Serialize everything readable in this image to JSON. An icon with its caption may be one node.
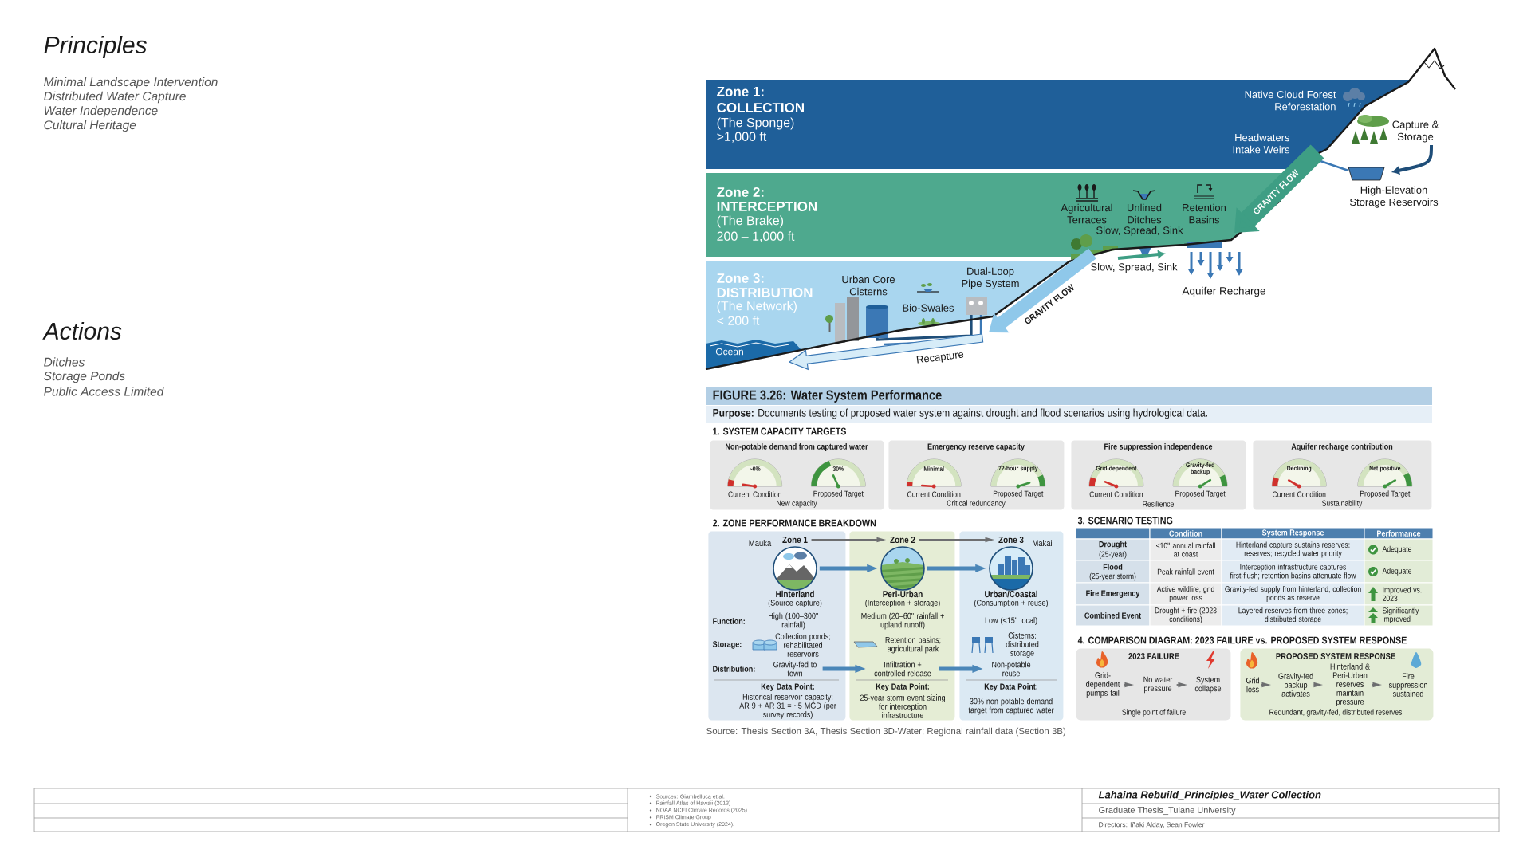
{
  "diagram": {
    "nodes": [
      {
        "text": [
          "Zone 1:",
          "COLLECTION",
          "(The Sponge)",
          ">1,000 ft"
        ]
      },
      {
        "text": [
          "Zone 2:",
          "INTERCEPTION",
          "(The Brake)",
          "200 – 1,000 ft"
        ]
      },
      {
        "text": [
          "Zone 3:",
          "DISTRIBUTION",
          "(The Network)",
          "< 200 ft"
        ]
      },
      {
        "text": [
          "Non-potable demand from captured water",
          "~0%",
          "Current Condition",
          "30%",
          "Proposed Target",
          "New capacity"
        ]
      },
      {
        "text": [
          "Emergency reserve capacity",
          "Minimal",
          "Current Condition",
          "72-hour supply",
          "Proposed Target",
          "Critical redundancy"
        ]
      },
      {
        "text": [
          "Fire suppression independence",
          "Grid-dependent",
          "Current Condition",
          "Gravity-fed backup",
          "Proposed Target",
          "Resilience"
        ]
      },
      {
        "text": [
          "Aquifer recharge contribution",
          "Declining",
          "Current Condition",
          "Net positive",
          "Proposed Target",
          "Sustainability"
        ]
      },
      {
        "text": [
          "Hinterland",
          "(Source capture)",
          "High (100–300\" rainfall)",
          "Collection ponds; rehabilitated reservoirs",
          "Key Data Point:",
          "Historical reservoir capacity: AR 9 + AR 31 = ~5 MGD (per survey records)"
        ]
      },
      {
        "text": [
          "Zone 1"
        ],
        "in": 7
      },
      {
        "text": [],
        "shape": "picture",
        "in": 7
      },
      {
        "text": [
          "Gravity-fed to town"
        ],
        "in": 7
      },
      {
        "text": [
          "Peri-Urban",
          "(Interception + storage)",
          "Medium (20–60\" rainfall + upland runoff)",
          "Retention basins; agricultural park",
          "Key Data Point:",
          "25-year storm event sizing for interception infrastructure"
        ]
      },
      {
        "text": [
          "Zone 2"
        ],
        "in": 11
      },
      {
        "text": [],
        "shape": "picture",
        "in": 11
      },
      {
        "text": [
          "Infiltration + controlled release"
        ],
        "in": 11
      },
      {
        "text": [
          "Urban/Coastal",
          "(Consumption + reuse)",
          "Low (<15\" local)",
          "Cisterns; distributed storage",
          "Key Data Point:",
          "30% non-potable demand target from captured water"
        ]
      },
      {
        "text": [
          "Zone 3"
        ],
        "in": 15
      },
      {
        "text": [],
        "shape": "picture",
        "in": 15
      },
      {
        "text": [
          "Non-potable reuse"
        ],
        "in": 15
      },
      {
        "text": [
          "2023 FAILURE",
          "Single point of failure"
        ]
      },
      {
        "text": [
          "Grid-dependent pumps fail"
        ],
        "in": 19
      },
      {
        "text": [
          "No water pressure"
        ],
        "in": 19
      },
      {
        "text": [
          "System collapse"
        ],
        "in": 19
      },
      {
        "text": [
          "PROPOSED SYSTEM RESPONSE",
          "Redundant, gravity-fed, distributed reserves"
        ]
      },
      {
        "text": [
          "Grid loss"
        ],
        "in": 23
      },
      {
        "text": [
          "Gravity-fed backup activates"
        ],
        "in": 23
      },
      {
        "text": [
          "Hinterland & Peri-Urban reserves maintain pressure"
        ],
        "in": 23
      },
      {
        "text": [
          "Fire suppression sustained"
        ],
        "in": 23
      }
    ],
    "edges": [
      {
        "from": 8,
        "to": 12,
        "arrow": "to"
      },
      {
        "from": 12,
        "to": 16,
        "arrow": "to"
      },
      {
        "from": 9,
        "to": 13,
        "arrow": "to",
        "style": "thick",
        "color": "#4a86b8"
      },
      {
        "from": 13,
        "to": 17,
        "arrow": "to",
        "style": "thick",
        "color": "#4a86b8"
      },
      {
        "from": 10,
        "to": 14,
        "arrow": "to",
        "style": "thick",
        "color": "#4a86b8"
      },
      {
        "from": 14,
        "to": 18,
        "arrow": "to",
        "style": "thick",
        "color": "#4a86b8"
      },
      {
        "from": 20,
        "to": 21,
        "arrow": "to"
      },
      {
        "from": 21,
        "to": 22,
        "arrow": "to"
      },
      {
        "from": 24,
        "to": 25,
        "arrow": "to"
      },
      {
        "from": 25,
        "to": 26,
        "arrow": "to"
      },
      {
        "from": 26,
        "to": 27,
        "arrow": "to"
      },
      {
        "from": 0,
        "to": 1,
        "arrow": "to",
        "style": "thick",
        "color": "#3e9e84",
        "label": "GRAVITY FLOW"
      },
      {
        "from": 1,
        "to": 2,
        "arrow": "to",
        "style": "thick",
        "color": "#8fc8ea",
        "label": "GRAVITY FLOW"
      }
    ],
    "labels": [
      "Principles",
      "Minimal Landscape Intervention",
      "Distributed Water Capture",
      "Water Independence",
      "Cultural Heritage",
      "Actions",
      "Ditches",
      "Storage Ponds",
      "Public Access Limited",
      "Native Cloud Forest Reforestation",
      "Capture & Storage",
      "Headwaters Intake Weirs",
      "Agricultural Terraces",
      "Unlined Ditches",
      "Retention Basins",
      "High-Elevation Storage Reservoirs",
      "Slow, Spread, Sink",
      "Slow, Spread, Sink",
      "Urban Core Cisterns",
      "Dual-Loop Pipe System",
      "Bio-Swales",
      "Aquifer Recharge",
      "Ocean",
      "Recapture",
      "FIGURE 3.26: Water System Performance",
      "**Purpose:** Documents testing of proposed water system against drought and flood scenarios using hydrological data.",
      "1. SYSTEM CAPACITY TARGETS",
      "2. ZONE PERFORMANCE BREAKDOWN",
      "Mauka",
      "Makai",
      "Function:",
      "Storage:",
      "Distribution:",
      "3. SCENARIO TESTING",
      "Condition",
      "System Response",
      "Performance",
      "Drought",
      "(25-year)",
      "<10\" annual rainfall at coast",
      "Hinterland capture sustains reserves; reserves; recycled water priority",
      "Adequate",
      "Flood",
      "(25-year storm)",
      "Peak rainfall event",
      "Interception infrastructure captures first-flush; retention basins attenuate flow",
      "Adequate",
      "Fire Emergency",
      "Active wildfire; grid power loss",
      "Gravity-fed supply from hinterland; collection ponds as reserve",
      "Improved vs. 2023",
      "Combined Event",
      "Drought + fire (2023 conditions)",
      "Layered reserves from three zones; distributed storage",
      "Significantly improved",
      "4. COMPARISON DIAGRAM: 2023 FAILURE vs. PROPOSED SYSTEM RESPONSE",
      "Source: Thesis Section 3A, Thesis Section 3D-Water; Regional rainfall data (Section 3B)",
      "Sources: Giambelluca et al.",
      "Rainfall Atlas of Hawaii (2013)",
      "NOAA NCEI Climate Records (2025)",
      "PRISM Climate Group",
      "Oregon State University (2024).",
      "Lahaina Rebuild_Principles_Water Collection",
      "Graduate Thesis_Tulane University",
      "Directors: Iñaki Alday, Sean Fowler"
    ]
  }
}
